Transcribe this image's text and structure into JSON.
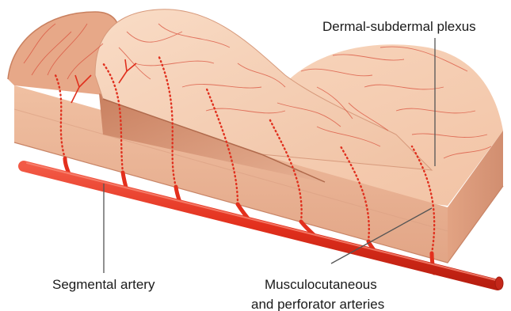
{
  "labels": {
    "dermal_plexus": "Dermal-subdermal plexus",
    "segmental_artery": "Segmental artery",
    "musculocutaneous_line1": "Musculocutaneous",
    "musculocutaneous_line2": "and perforator arteries"
  },
  "colors": {
    "skin_light": "#f6cfb4",
    "skin_mid": "#eeb99a",
    "skin_dark": "#d9977a",
    "vessel": "#e0301e",
    "artery": "#e8321f",
    "leader_line": "#555555",
    "text": "#1a1a1a"
  }
}
